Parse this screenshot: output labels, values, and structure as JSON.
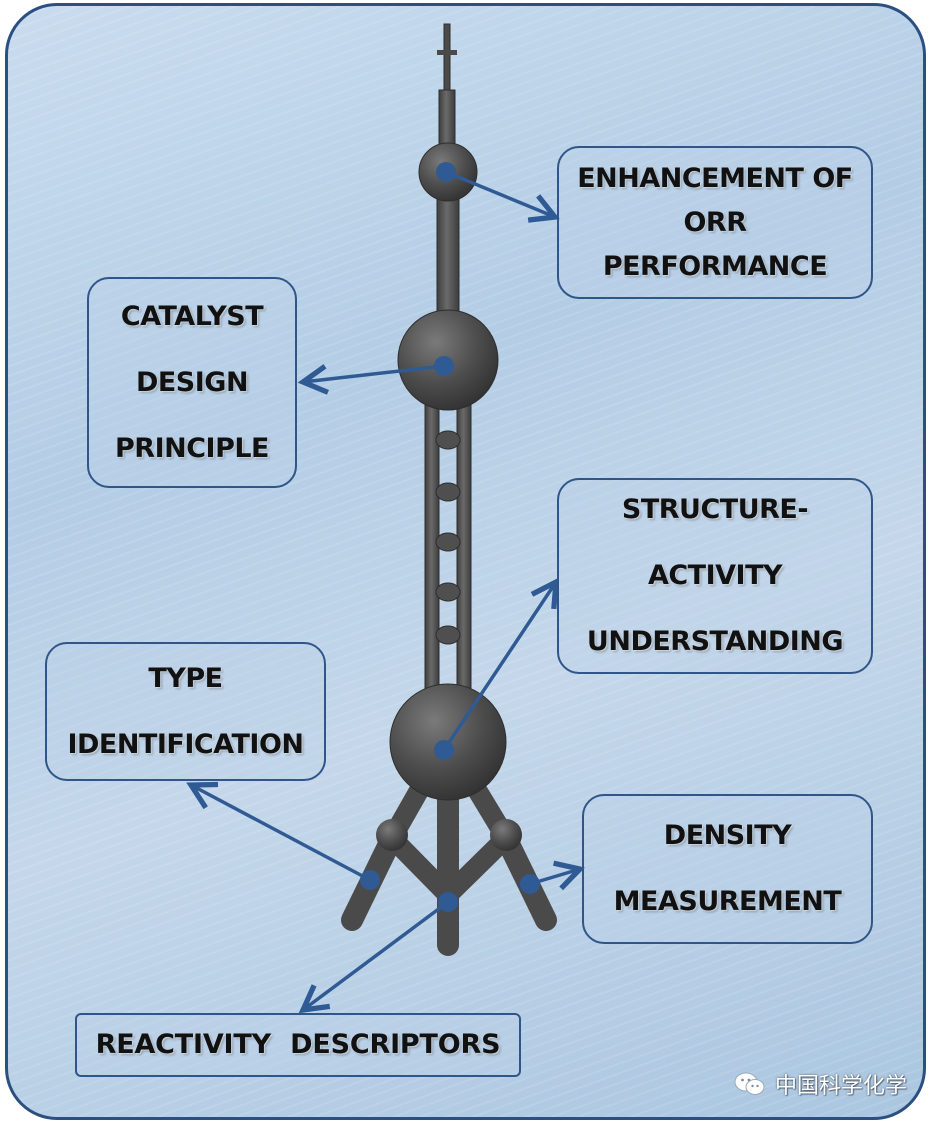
{
  "labels": {
    "enhancement": "ENHANCEMENT OF\nORR\nPERFORMANCE",
    "catalyst": "CATALYST\nDESIGN\nPRINCIPLE",
    "structure": "STRUCTURE-\nACTIVITY\nUNDERSTANDING",
    "type": "TYPE\nIDENTIFICATION",
    "density": "DENSITY\nMEASUREMENT",
    "reactivity": "REACTIVITY  DESCRIPTORS"
  },
  "watermark": {
    "text": "中国科学化学",
    "icon": "wechat-icon"
  },
  "colors": {
    "tower": "#4b4b4b",
    "tower_outline": "#2e2e2e",
    "arrow": "#2f5a93",
    "node": "#2f5a93",
    "box_border": "#2f5589",
    "frame_border": "#2c4f82"
  }
}
